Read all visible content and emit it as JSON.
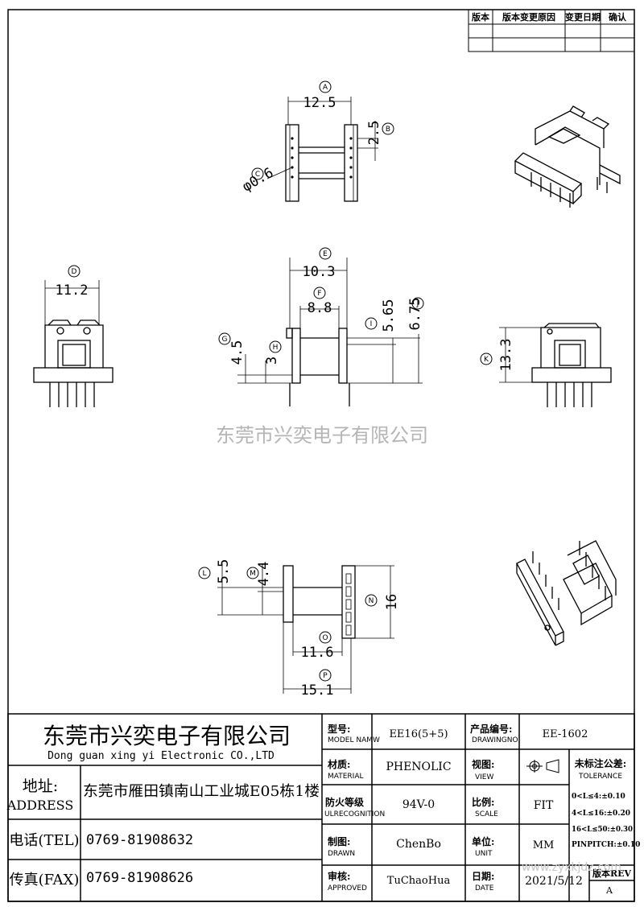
{
  "revision_table": {
    "headers": [
      "版本",
      "版本变更原因",
      "变更日期",
      "确认"
    ]
  },
  "dimensions": {
    "A": "12.5",
    "B": "2.5",
    "C": "φ0.6",
    "D": "11.2",
    "E": "10.3",
    "F": "8.8",
    "G": "4.5",
    "H": "3",
    "I": "5.65",
    "J": "6.75",
    "K": "13.3",
    "L": "5.5",
    "M": "4.4",
    "N": "16",
    "O": "11.6",
    "P": "15.1"
  },
  "watermark": "东莞市兴奕电子有限公司",
  "company": {
    "name_cn": "东莞市兴奕电子有限公司",
    "name_en": "Dong guan xing yi Electronic CO.,LTD",
    "address_label_cn": "地址:",
    "address_label_en": "ADDRESS",
    "address": "东莞市雁田镇南山工业城E05栋1楼",
    "tel_label": "电话(TEL)",
    "tel": "0769-81908632",
    "fax_label": "传真(FAX)",
    "fax": "0769-81908626"
  },
  "title_block": {
    "model_label_cn": "型号:",
    "model_label_en": "MODEL NAMW",
    "model": "EE16(5+5)",
    "material_label_cn": "材质:",
    "material_label_en": "MATERIAL",
    "material": "PHENOLIC",
    "fire_label_cn": "防火等级",
    "fire_label_en": "ULRECOGNITION",
    "fire": "94V-0",
    "drawn_label_cn": "制图:",
    "drawn_label_en": "DRAWN",
    "drawn": "ChenBo",
    "approved_label_cn": "审核:",
    "approved_label_en": "APPROVED",
    "approved": "TuChaoHua",
    "drawing_no_label_cn": "产品编号:",
    "drawing_no_label_en": "DRAWINGNO",
    "drawing_no": "EE-1602",
    "view_label_cn": "视图:",
    "view_label_en": "VIEW",
    "scale_label_cn": "比例:",
    "scale_label_en": "SCALE",
    "scale": "FIT",
    "unit_label_cn": "单位:",
    "unit_label_en": "UNIT",
    "unit": "MM",
    "date_label_cn": "日期:",
    "date_label_en": "DATE",
    "date": "2021/5/12",
    "tolerance_label_cn": "未标注公差:",
    "tolerance_label_en": "TOLERANCE",
    "tolerances": [
      "0<L≤4:±0.10",
      "4<L≤16:±0.20",
      "16<L≤50:±0.30",
      "PINPITCH:±0.10"
    ],
    "rev_label": "版本REV",
    "rev": "A"
  },
  "site_mark": "www.zyxkjdz.com"
}
